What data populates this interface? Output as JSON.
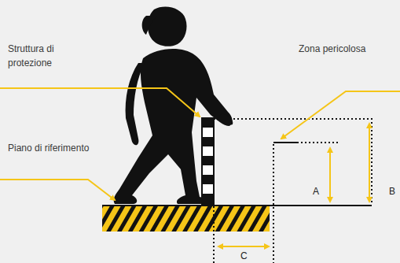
{
  "diagram": {
    "labels": [
      "Struttura di protezione",
      "Zona pericolosa",
      "Piano di riferimento",
      "A",
      "B",
      "C"
    ]
  }
}
